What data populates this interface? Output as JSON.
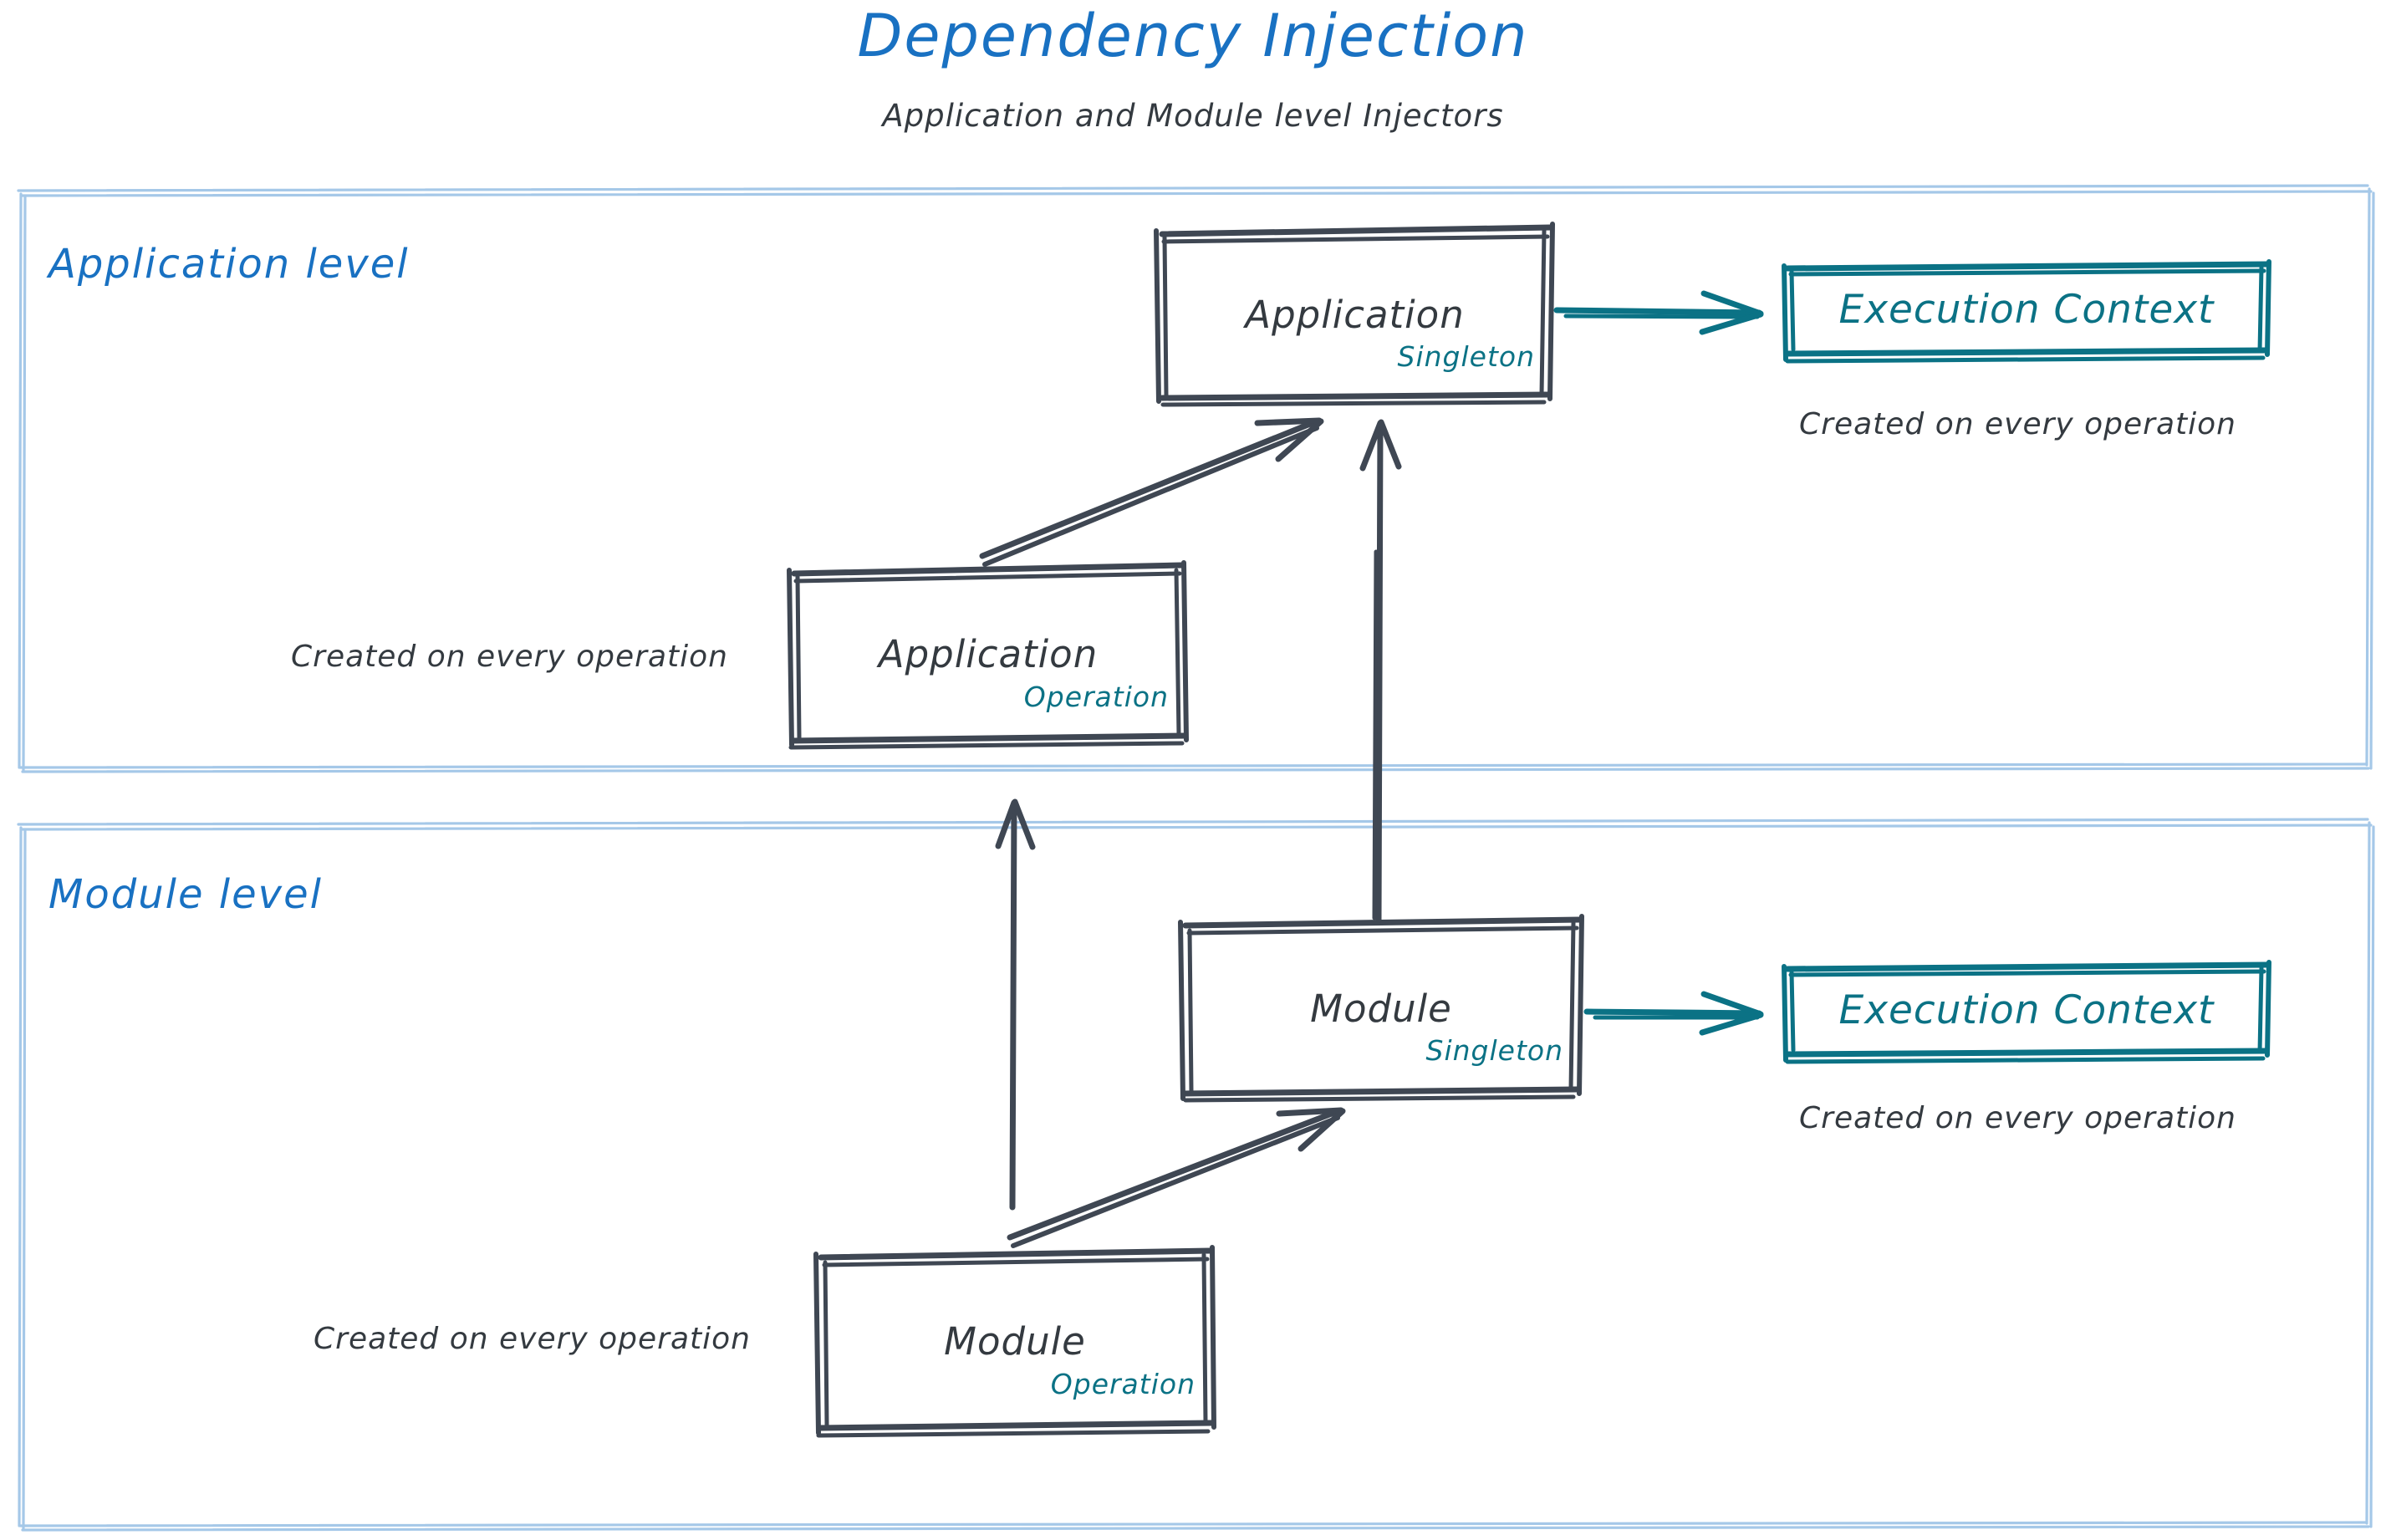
{
  "header": {
    "title": "Dependency Injection",
    "subtitle": "Application and Module level Injectors"
  },
  "colors": {
    "title_blue": "#1971c2",
    "level_label_blue": "#1971c2",
    "container_border_blue": "#a5c8e8",
    "node_stroke_gray": "#3f4753",
    "text_gray": "#343a40",
    "scope_teal": "#0b7285",
    "exec_teal": "#0b7285",
    "background": "#ffffff"
  },
  "levels": [
    {
      "id": "application-level",
      "label": "Application level",
      "nodes": [
        {
          "id": "application-singleton",
          "title": "Application",
          "scope": "Singleton"
        },
        {
          "id": "application-operation",
          "title": "Application",
          "scope": "Operation"
        }
      ],
      "execution_context": {
        "label": "Execution Context",
        "caption": "Created on every operation"
      },
      "node_caption": "Created on every operation"
    },
    {
      "id": "module-level",
      "label": "Module level",
      "nodes": [
        {
          "id": "module-singleton",
          "title": "Module",
          "scope": "Singleton"
        },
        {
          "id": "module-operation",
          "title": "Module",
          "scope": "Operation"
        }
      ],
      "execution_context": {
        "label": "Execution Context",
        "caption": "Created on every operation"
      },
      "node_caption": "Created on every operation"
    }
  ],
  "arrows": [
    {
      "id": "app-operation-to-app-singleton",
      "from": "application-operation",
      "to": "application-singleton",
      "color": "#3f4753",
      "style": "solid-arrow"
    },
    {
      "id": "module-singleton-to-app-singleton",
      "from": "module-singleton",
      "to": "application-singleton",
      "color": "#3f4753",
      "style": "solid-arrow"
    },
    {
      "id": "module-operation-to-app-operation",
      "from": "module-operation",
      "to": "application-operation",
      "color": "#3f4753",
      "style": "solid-arrow"
    },
    {
      "id": "module-operation-to-module-singleton",
      "from": "module-operation",
      "to": "module-singleton",
      "color": "#3f4753",
      "style": "solid-arrow"
    },
    {
      "id": "app-singleton-to-exec-context",
      "from": "application-singleton",
      "to": "execution-context-application",
      "color": "#0b7285",
      "style": "solid-arrow"
    },
    {
      "id": "module-singleton-to-exec-context",
      "from": "module-singleton",
      "to": "execution-context-module",
      "color": "#0b7285",
      "style": "solid-arrow"
    }
  ]
}
